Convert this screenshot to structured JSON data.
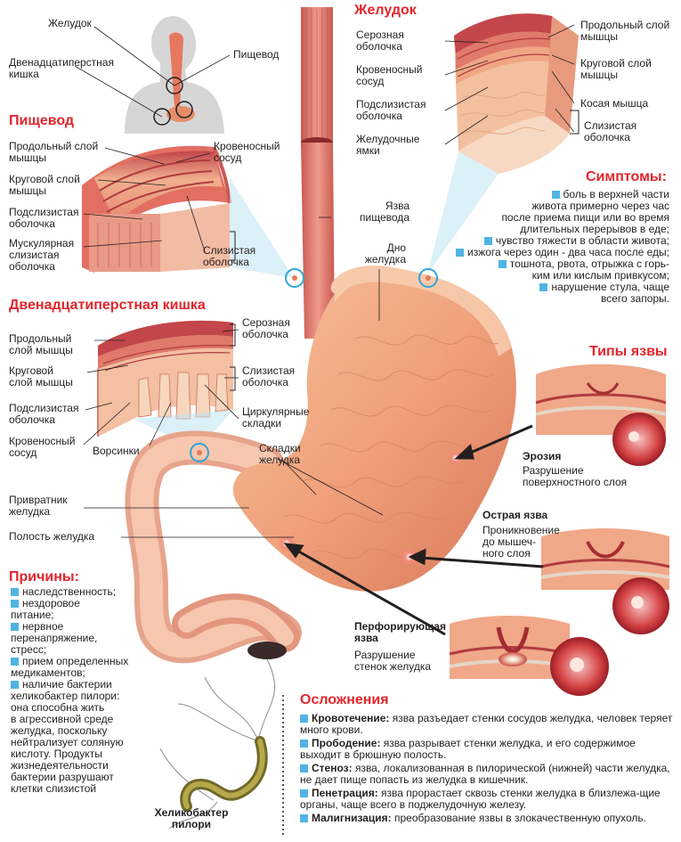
{
  "colors": {
    "heading": "#e2262c",
    "bullet": "#4fb4e3",
    "tissue": "#e8897a",
    "stomach": "#f2a47f",
    "highlight": "#bfe3f3"
  },
  "body_inset": {
    "labels": {
      "stomach": "Желудок",
      "esophagus": "Пищевод",
      "duodenum": "Двенадцатиперстная\nкишка"
    }
  },
  "esophagus_section": {
    "title": "Пищевод",
    "labels": {
      "longitudinal": "Продольный слой\nмышцы",
      "circular": "Круговой слой\nмышцы",
      "submucosa": "Подслизистая\nоболочка",
      "muscularis": "Мускулярная\nслизистая\nоболочка",
      "vessel": "Кровеносный\nсосуд",
      "mucosa": "Слизистая\nоболочка"
    }
  },
  "duodenum_section": {
    "title": "Двенадцатиперстная кишка",
    "labels": {
      "longitudinal": "Продольный\nслой мышцы",
      "circular": "Круговой\nслой мышцы",
      "submucosa": "Подслизистая\nоболочка",
      "vessel": "Кровеносный\nсосуд",
      "villi": "Ворсинки",
      "serosa": "Серозная\nоболочка",
      "mucosa": "Слизистая\nоболочка",
      "circular_folds": "Циркулярные\nскладки"
    }
  },
  "stomach_section": {
    "title": "Желудок",
    "labels": {
      "serosa": "Серозная\nоболочка",
      "vessel": "Кровеносный\nсосуд",
      "submucosa": "Подслизистая\nоболочка",
      "pits": "Желудочные\nямки",
      "longitudinal": "Продольный слой\nмышцы",
      "circular": "Круговой слой\nмышцы",
      "oblique": "Косая мышца",
      "mucosa": "Слизистая\nоболочка"
    }
  },
  "main_labels": {
    "esophageal_ulcer": "Язва\nпищевода",
    "fundus": "Дно\nжелудка",
    "folds": "Складки\nжелудка",
    "pylorus": "Привратник\nжелудка",
    "cavity": "Полость желудка"
  },
  "symptoms": {
    "title": "Симптомы:",
    "items": [
      "боль в верхней части\nживота примерно через час\nпосле приема пищи или во время\nдлительных перерывов в еде;",
      "чувство тяжести в области живота;",
      "изжога через один - два часа после еды;",
      "тошнота, рвота, отрыжка с горь-\nким или кислым привкусом;",
      "нарушение стула, чаще\nвсего запоры."
    ]
  },
  "ulcer_types": {
    "title": "Типы язвы",
    "erosion": {
      "name": "Эрозия",
      "desc": "Разрушение\nповерхностного слоя"
    },
    "acute": {
      "name": "Острая язва",
      "desc": "Проникновение\nдо мышеч-\nного слоя"
    },
    "perforating": {
      "name": "Перфорирующая\nязва",
      "desc": "Разрушение\nстенок желудка"
    }
  },
  "causes": {
    "title": "Причины:",
    "items": [
      "наследственность;",
      "нездоровое\nпитание;",
      "нервное\nперенапряжение,\nстресс;",
      "прием определенных\nмедикаментов;",
      "наличие бактерии\nхеликобактер пилори:\nона способна жить\nв агрессивной среде\nжелудка, поскольку\nнейтрализует соляную\nкислоту. Продукты\nжизнедеятельности\nбактерии разрушают\nклетки слизистой"
    ]
  },
  "helicobacter": {
    "label": "Хеликобактер\nпилори"
  },
  "complications": {
    "title": "Осложнения",
    "items": [
      {
        "term": "Кровотечение:",
        "text": " язва разъедает стенки сосудов желудка, человек теряет много крови."
      },
      {
        "term": "Прободение:",
        "text": " язва разрывает стенки желудка, и его содержимое выходит в брюшную полость."
      },
      {
        "term": "Стеноз:",
        "text": " язва, локализованная в пилорической (нижней) части желудка, не дает пище попасть из желудка в кишечник."
      },
      {
        "term": "Пенетрация:",
        "text": " язва прорастает сквозь стенки желудка в близлежа-щие органы, чаще всего в поджелудочную железу."
      },
      {
        "term": "Малигнизация:",
        "text": " преобразование язвы в злокачественную опухоль."
      }
    ]
  }
}
